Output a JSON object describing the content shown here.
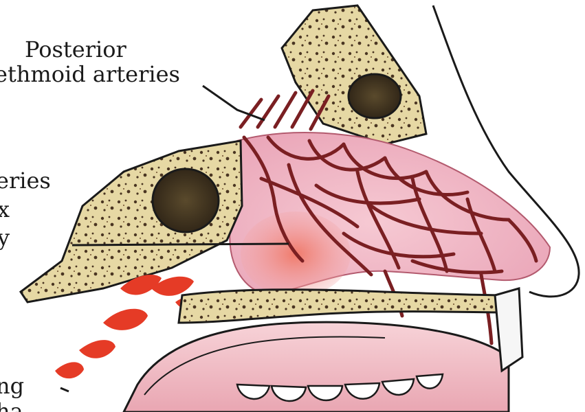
{
  "labels": {
    "posterior_ethmoid_line1": "Posterior",
    "posterior_ethmoid_line2": "ethmoid arteries",
    "left_group_line1": "eries",
    "left_group_line2": "x",
    "left_group_line3": "y",
    "bottom_line1": "ng",
    "bottom_line2": "ha"
  },
  "colors": {
    "bone": "#e6d8a4",
    "bone_spots": "#4a3522",
    "mucosa": "#f1b7c4",
    "vessel": "#7a1f22",
    "blood": "#e53b26",
    "outline": "#1a1a1a"
  }
}
